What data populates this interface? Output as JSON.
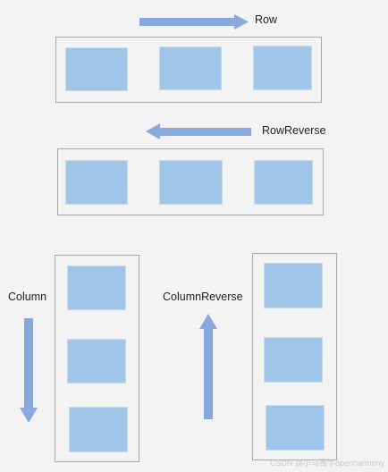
{
  "labels": {
    "row": "Row",
    "row_reverse": "RowReverse",
    "column": "Column",
    "column_reverse": "ColumnReverse"
  },
  "watermark": "CSDN @小马哥学openharmony",
  "colors": {
    "background": "#f3f3f3",
    "container_border": "#a8a8a8",
    "item_fill": "#9fc6e8",
    "arrow": "#89a9dc"
  },
  "icons": {
    "row": "arrow-right-icon",
    "row_reverse": "arrow-left-icon",
    "column": "arrow-down-icon",
    "column_reverse": "arrow-up-icon"
  }
}
